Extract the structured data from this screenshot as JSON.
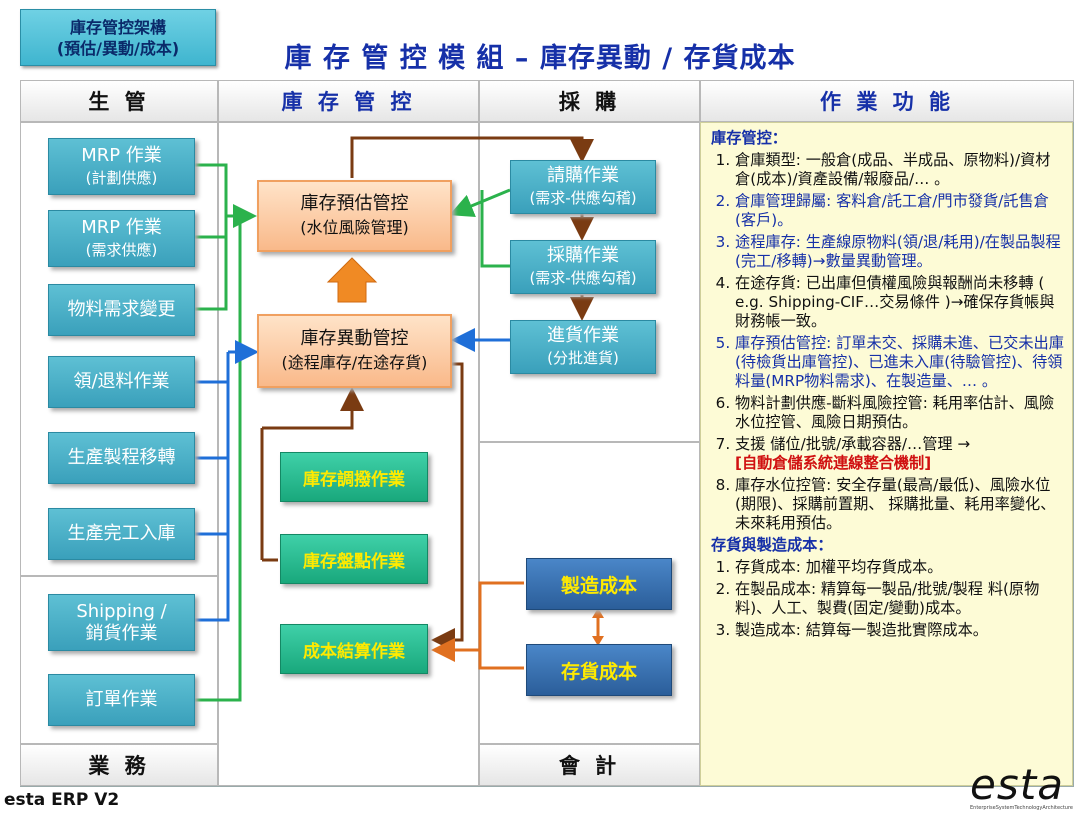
{
  "tag": {
    "line1": "庫存管控架構",
    "line2": "(預估/異動/成本)"
  },
  "title": "庫 存 管 控 模 組 – 庫存異動 / 存貨成本",
  "headers": {
    "prod": "生 管",
    "inv": "庫 存 管 控",
    "purch": "採 購",
    "func": "作 業 功 能"
  },
  "footers": {
    "sales": "業 務",
    "acct": "會 計"
  },
  "left_boxes": [
    {
      "title": "MRP 作業",
      "sub": "(計劃供應)"
    },
    {
      "title": "MRP 作業",
      "sub": "(需求供應)"
    },
    {
      "title": "物料需求變更",
      "sub": ""
    },
    {
      "title": "領/退料作業",
      "sub": ""
    },
    {
      "title": "生產製程移轉",
      "sub": ""
    },
    {
      "title": "生產完工入庫",
      "sub": ""
    },
    {
      "title": "Shipping /",
      "sub": "銷貨作業"
    },
    {
      "title": "訂單作業",
      "sub": ""
    }
  ],
  "center_boxes": {
    "forecast": {
      "title": "庫存預估管控",
      "sub": "(水位風險管理)"
    },
    "movement": {
      "title": "庫存異動管控",
      "sub": "(途程庫存/在途存貨)"
    },
    "transfer": "庫存調撥作業",
    "stocktake": "庫存盤點作業",
    "costing": "成本結算作業"
  },
  "purch_boxes": [
    {
      "title": "請購作業",
      "sub": "(需求-供應勾稽)"
    },
    {
      "title": "採購作業",
      "sub": "(需求-供應勾稽)"
    },
    {
      "title": "進貨作業",
      "sub": "(分批進貨)"
    }
  ],
  "acct_boxes": {
    "mfg_cost": "製造成本",
    "inv_cost": "存貨成本"
  },
  "panel": {
    "sec1": "庫存管控：",
    "items1": [
      "倉庫類型: 一般倉(成品、半成品、原物料)/資材倉(成本)/資產設備/報廢品/… 。",
      "倉庫管理歸屬: 客料倉/託工倉/門市發貨/託售倉(客戶)。",
      "途程庫存: 生產線原物料(領/退/耗用)/在製品製程(完工/移轉)→數量異動管理。",
      "在途存貨: 已出庫但債權風險與報酬尚未移轉 ( e.g. Shipping-CIF…交易條件 )→確保存貨帳與財務帳一致。",
      "庫存預估管控: 訂單未交、採購未進、已交未出庫(待檢貨出庫管控)、已進未入庫(待驗管控)、待領料量(MRP物料需求)、在製造量、… 。",
      "物料計劃供應-斷料風險控管: 耗用率估計、風險水位控管、風險日期預估。",
      "支援 儲位/批號/承載容器/…管理 →",
      "庫存水位控管: 安全存量(最高/最低)、風險水位(期限)、採購前置期、 採購批量、耗用率變化、 未來耗用預估。"
    ],
    "item7_red": "[自動倉儲系統連線整合機制]",
    "sec2": "存貨與製造成本：",
    "items2": [
      "存貨成本: 加權平均存貨成本。",
      "在製品成本: 精算每一製品/批號/製程 料(原物料)、人工、製費(固定/變動)成本。",
      "製造成本: 結算每一製造批實際成本。"
    ]
  },
  "footer_left": "esta ERP V2",
  "logo": {
    "word": "esta",
    "tagline": "EnterpriseSystemTechnologyArchitecture"
  }
}
